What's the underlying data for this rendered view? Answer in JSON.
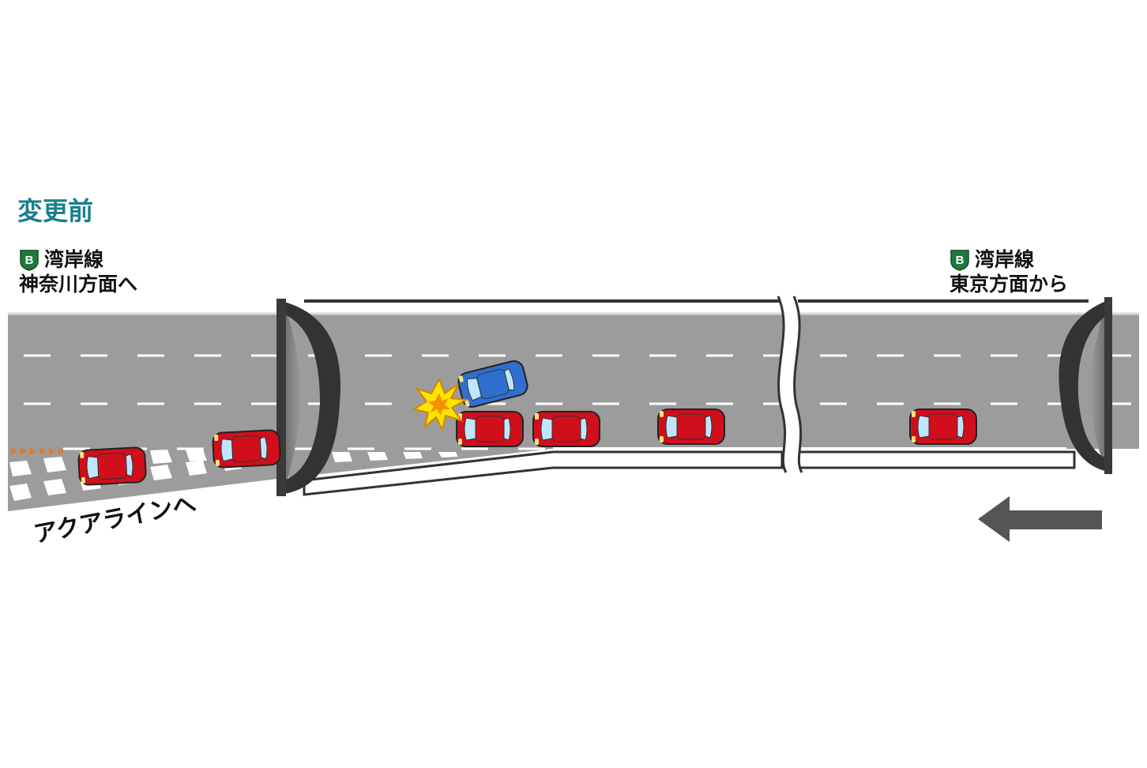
{
  "diagram": {
    "title": "変更前",
    "route_left": {
      "badge": "B",
      "name": "湾岸線",
      "direction": "神奈川方面へ"
    },
    "route_right": {
      "badge": "B",
      "name": "湾岸線",
      "direction": "東京方面から"
    },
    "ramp_label": "アクアラインへ",
    "colors": {
      "title": "#1a7f8c",
      "road": "#9c9c9c",
      "tunnel_rim": "#333333",
      "car_red": "#d10f1c",
      "car_blue": "#2f6fd0",
      "crash": "#ffe300",
      "route_badge": "#1e7a3c",
      "arrow": "#555555"
    },
    "icons": [
      "route-shield-icon",
      "crash-burst-icon",
      "direction-arrow-icon",
      "road-break-icon"
    ]
  }
}
